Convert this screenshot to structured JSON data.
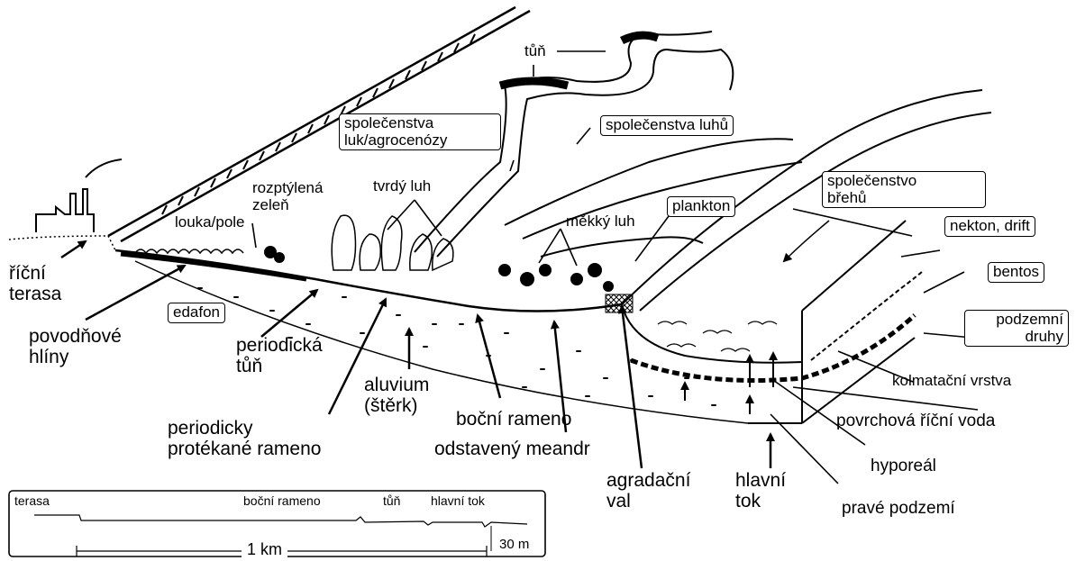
{
  "labels": {
    "tun_top": "tůň",
    "spol_luk_1": "společenstva",
    "spol_luk_2": "luk/agrocenózy",
    "spol_luhu": "společenstva luhů",
    "rozptylena_1": "rozptýlená",
    "rozptylena_2": "zeleň",
    "tvrdy_luh": "tvrdý luh",
    "spol_brehu_1": "společenstvo",
    "spol_brehu_2": "břehů",
    "plankton": "plankton",
    "mekky_luh": "měkký luh",
    "louka_pole": "louka/pole",
    "nekton": "nekton, drift",
    "ricni_1": "říční",
    "ricni_2": "terasa",
    "bentos": "bentos",
    "edafon": "edafon",
    "podzemni_1": "podzemní",
    "podzemni_2": "druhy",
    "povodnove_1": "povodňové",
    "povodnove_2": "hlíny",
    "periodicka_1": "periodická",
    "periodicka_2": "tůň",
    "aluvium_1": "aluvium",
    "aluvium_2": "(štěrk)",
    "kolmatacni": "kolmatační vrstva",
    "bocni_rameno": "boční rameno",
    "povrchova": "povrchová říční voda",
    "periodicky_1": "periodicky",
    "periodicky_2": "protékané rameno",
    "odstaveny": "odstavený meandr",
    "hyporeal": "hyporeál",
    "agradacni_1": "agradační",
    "agradacni_2": "val",
    "hlavni_1": "hlavní",
    "hlavni_2": "tok",
    "prave": "pravé podzemí"
  },
  "inset": {
    "terasa": "terasa",
    "bocni_rameno": "boční rameno",
    "tun": "tůň",
    "hlavni_tok": "hlavní tok",
    "scale_km": "1 km",
    "scale_m": "30 m"
  }
}
